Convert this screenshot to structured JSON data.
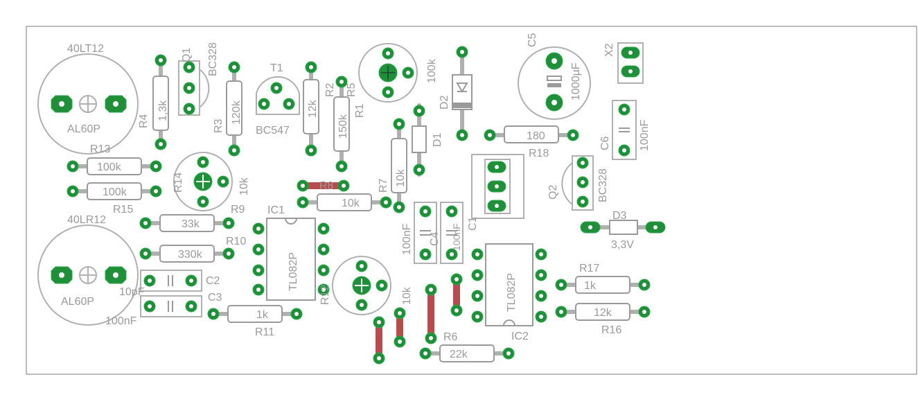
{
  "colors": {
    "board_outline": "#9a9a9a",
    "silkscreen": "#9a9a9a",
    "pad": "#1f8f3a",
    "trace": "#b84b4b"
  },
  "labels": {
    "pot_top_name": "40LT12",
    "pot_top_value": "AL60P",
    "pot_bot_name": "40LR12",
    "pot_bot_value": "AL60P",
    "q1_name": "Q1",
    "q1_value": "BC328",
    "t1_name": "T1",
    "t1_value": "BC547",
    "r4_name": "R4",
    "r4_value": "1,3k",
    "r3_name": "R3",
    "r3_value": "120k",
    "r2_name": "R2",
    "r2_value": "12k",
    "r1_name": "R1",
    "r1_value": "150k",
    "r5_name": "R5",
    "r13_name": "R13",
    "r13_value": "100k",
    "r15_name": "R15",
    "r15_value": "100k",
    "r14_name": "R14",
    "r14_value": "10k",
    "r9_name": "R9",
    "r9_value": "33k",
    "r10_name": "R10",
    "r10_value": "330k",
    "r8_name": "R8",
    "r8_value": "10k",
    "r7_name": "R7",
    "r7_value": "10k",
    "r11_name": "R11",
    "r11_value": "1k",
    "r12_name": "R12",
    "r12_value": "10k",
    "r6_name": "R6",
    "r6_value": "22k",
    "r18_name": "R18",
    "r18_value": "180",
    "r17_name": "R17",
    "r17_value": "1k",
    "r16_name": "R16",
    "r16_value": "12k",
    "pot_100k_value": "100k",
    "d1_name": "D1",
    "d2_name": "D2",
    "d3_name": "D3",
    "d3_value": "3,3V",
    "c1_name": "C1",
    "c1_value": "100nF",
    "c4_name": "C4",
    "c4_value": "100nF",
    "c2_name": "C2",
    "c2_value": "10pF",
    "c3_name": "C3",
    "c3_value": "100nF",
    "c5_name": "C5",
    "c5_value": "1000µF",
    "c6_name": "C6",
    "c6_value": "100nF",
    "ic1_name": "IC1",
    "ic1_value": "TL082P",
    "ic2_name": "IC2",
    "ic2_value": "TL082P",
    "q2_name": "Q2",
    "q2_value": "BC328",
    "x2_name": "X2"
  }
}
